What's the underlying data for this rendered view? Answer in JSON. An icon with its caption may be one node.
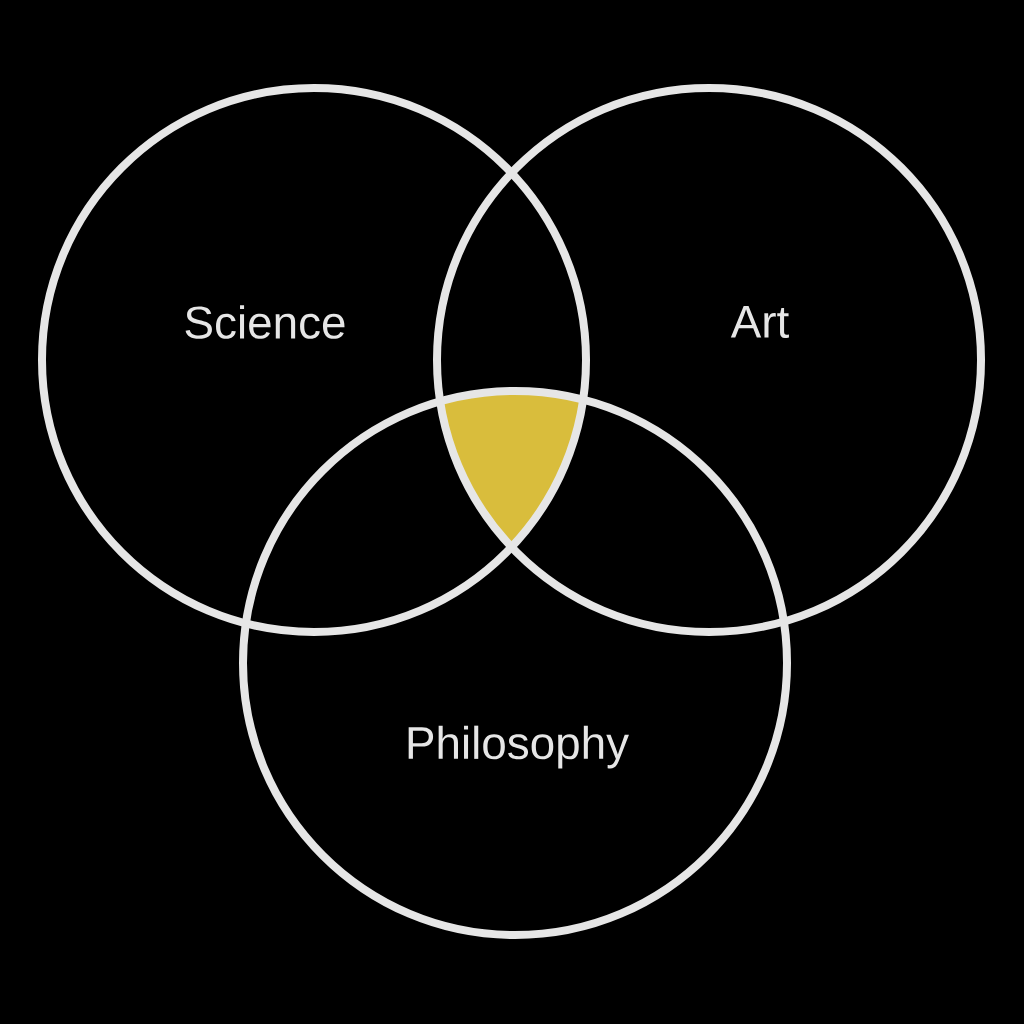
{
  "diagram": {
    "nodes": [
      {
        "text": [
          "Science"
        ]
      },
      {
        "text": [
          "Art"
        ]
      },
      {
        "text": [
          "Philosophy"
        ]
      }
    ]
  }
}
